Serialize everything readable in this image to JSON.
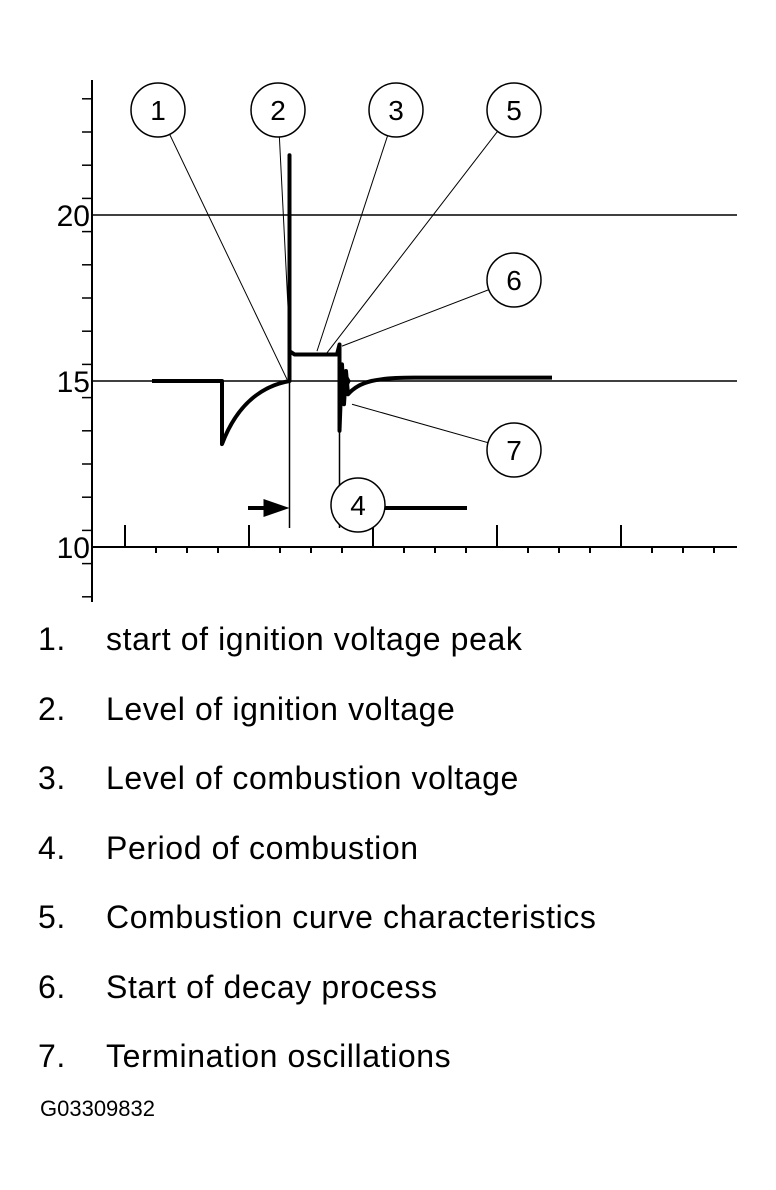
{
  "chart_data": {
    "type": "line",
    "y_ticks": [
      {
        "value": 10,
        "label": "10"
      },
      {
        "value": 15,
        "label": "15"
      },
      {
        "value": 20,
        "label": "20"
      }
    ],
    "ylim": [
      8.5,
      24
    ],
    "xlim": [
      0,
      20
    ],
    "grid": "horizontal lines at 15 and 20",
    "series": [
      {
        "x": [
          0,
          2.8,
          2.8,
          3.5,
          4.5,
          5.5,
          5.5,
          5.5,
          5.6,
          7.4,
          7.5,
          7.5,
          7.6,
          7.7,
          8.1,
          9,
          11,
          16
        ],
        "y": [
          15,
          15,
          13.1,
          14.1,
          14.7,
          15.0,
          21.8,
          15.9,
          15.8,
          15.8,
          16.1,
          13.5,
          15.5,
          14.3,
          14.9,
          15.1,
          15.1,
          15.1
        ]
      }
    ],
    "callouts": [
      "1",
      "2",
      "3",
      "4",
      "5",
      "6",
      "7"
    ]
  },
  "legend": [
    {
      "num": "1.",
      "text": "start of ignition voltage peak"
    },
    {
      "num": "2.",
      "text": "Level of ignition voltage"
    },
    {
      "num": "3.",
      "text": "Level of combustion voltage"
    },
    {
      "num": "4.",
      "text": "Period of combustion"
    },
    {
      "num": "5.",
      "text": "Combustion curve characteristics"
    },
    {
      "num": "6.",
      "text": "Start of decay process"
    },
    {
      "num": "7.",
      "text": "Termination oscillations"
    }
  ],
  "figure_id": "G03309832"
}
